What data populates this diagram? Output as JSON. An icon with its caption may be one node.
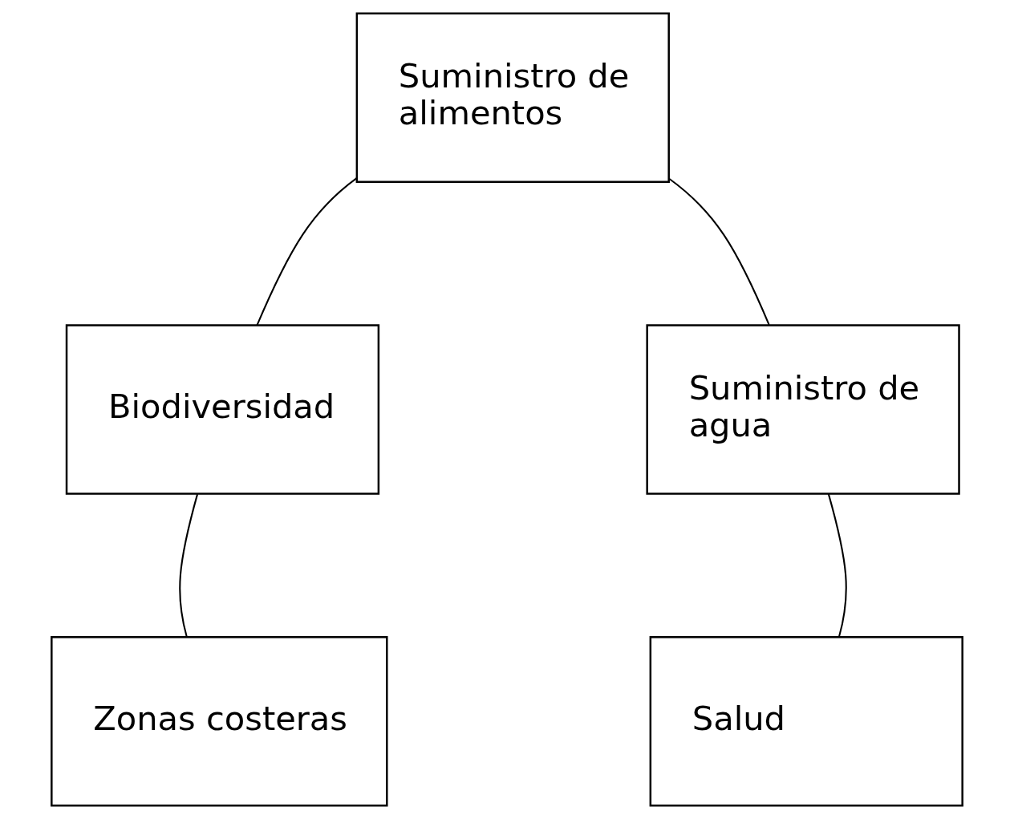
{
  "diagram": {
    "nodes": [
      {
        "text": [
          "Suministro de alimentos"
        ]
      },
      {
        "text": [
          "Biodiversidad"
        ]
      },
      {
        "text": [
          "Suministro de agua"
        ]
      },
      {
        "text": [
          "Zonas costeras"
        ]
      },
      {
        "text": [
          "Salud"
        ]
      }
    ],
    "edges": [
      {
        "from": 0,
        "to": 1,
        "arrow": "none"
      },
      {
        "from": 0,
        "to": 2,
        "arrow": "none"
      },
      {
        "from": 1,
        "to": 3,
        "arrow": "none"
      },
      {
        "from": 2,
        "to": 4,
        "arrow": "none"
      }
    ]
  }
}
